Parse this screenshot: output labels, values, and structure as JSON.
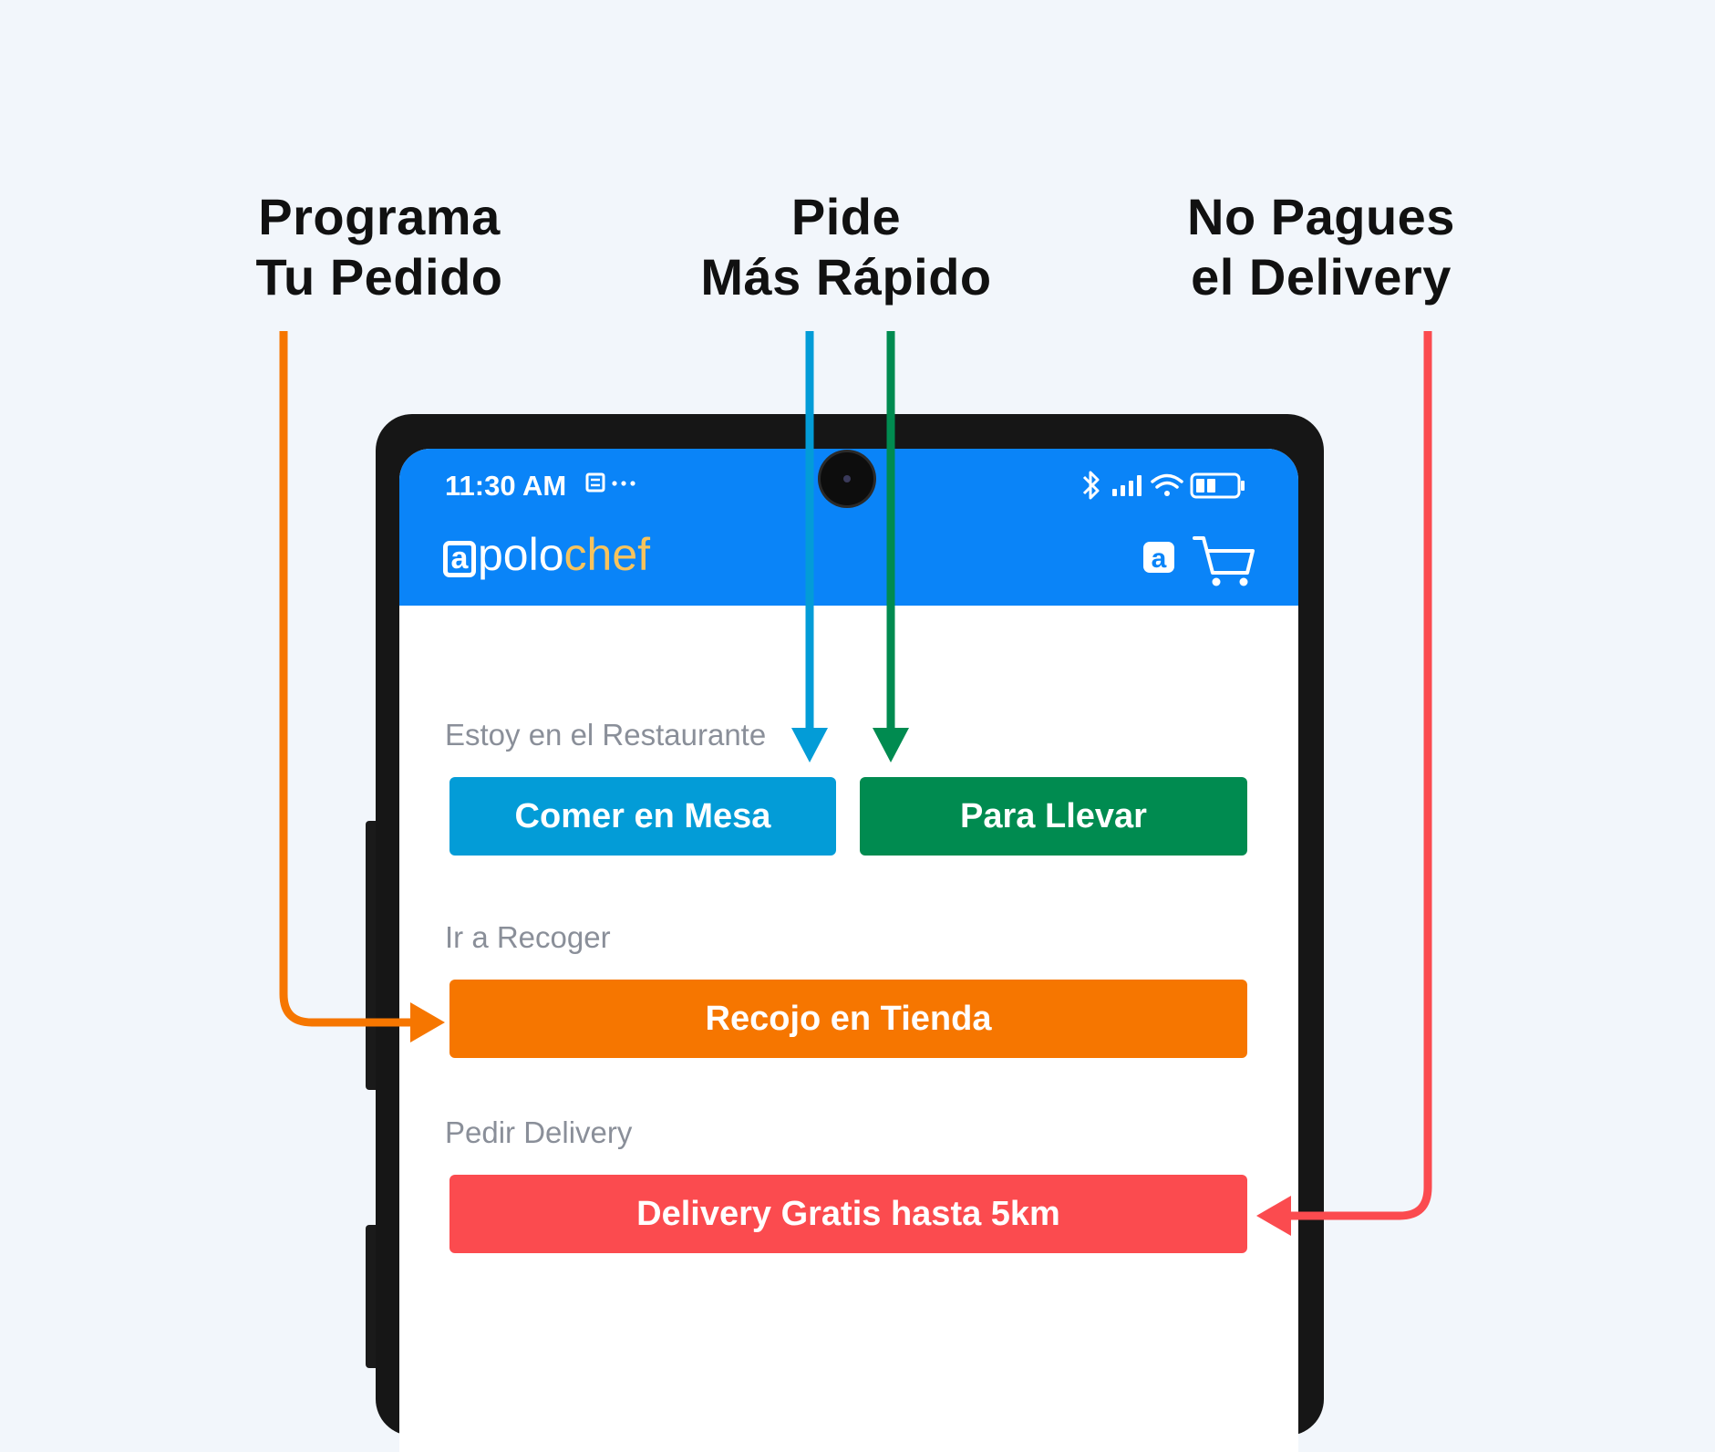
{
  "callouts": {
    "left": {
      "line1": "Programa",
      "line2": "Tu Pedido",
      "color": "#f67600"
    },
    "middle": {
      "line1": "Pide",
      "line2": "Más Rápido",
      "colors": [
        "#039cd7",
        "#008b50"
      ]
    },
    "right": {
      "line1": "No Pagues",
      "line2": "el Delivery",
      "color": "#fb4b4f"
    }
  },
  "status_bar": {
    "time": "11:30 AM",
    "icons": [
      "notification-icon",
      "more-dots-icon",
      "bluetooth-icon",
      "signal-icon",
      "wifi-icon",
      "battery-icon"
    ]
  },
  "app_bar": {
    "logo": {
      "mark": "a",
      "part1": "polo",
      "part2": "chef",
      "accent": "#f7c35c"
    },
    "icons": [
      "apolo-a-icon",
      "cart-icon"
    ],
    "color": "#0a84f8"
  },
  "sections": {
    "restaurant": {
      "label": "Estoy en el Restaurante",
      "buttons": [
        {
          "label": "Comer en Mesa",
          "color": "#039cd7"
        },
        {
          "label": "Para Llevar",
          "color": "#008b50"
        }
      ]
    },
    "pickup": {
      "label": "Ir a Recoger",
      "button": {
        "label": "Recojo en Tienda",
        "color": "#f67600"
      }
    },
    "delivery": {
      "label": "Pedir Delivery",
      "button": {
        "label": "Delivery Gratis hasta 5km",
        "color": "#fb4b4f"
      }
    }
  }
}
